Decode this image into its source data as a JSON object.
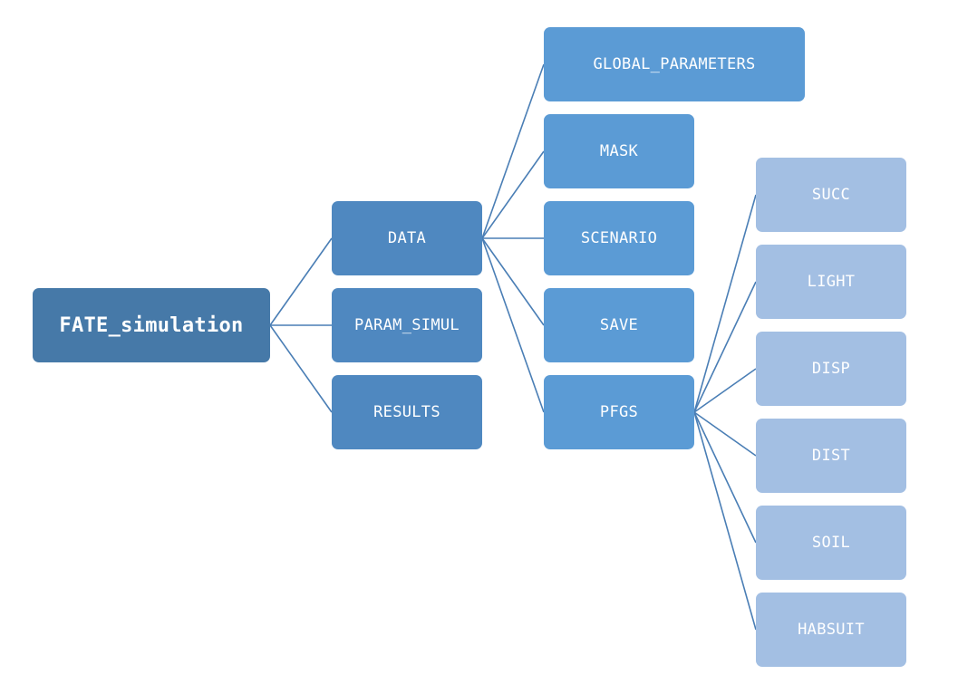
{
  "diagram": {
    "root": {
      "label": "FATE_simulation"
    },
    "level1": [
      {
        "label": "DATA"
      },
      {
        "label": "PARAM_SIMUL"
      },
      {
        "label": "RESULTS"
      }
    ],
    "data_children": [
      {
        "label": "GLOBAL_PARAMETERS"
      },
      {
        "label": "MASK"
      },
      {
        "label": "SCENARIO"
      },
      {
        "label": "SAVE"
      },
      {
        "label": "PFGS"
      }
    ],
    "pfgs_children": [
      {
        "label": "SUCC"
      },
      {
        "label": "LIGHT"
      },
      {
        "label": "DISP"
      },
      {
        "label": "DIST"
      },
      {
        "label": "SOIL"
      },
      {
        "label": "HABSUIT"
      }
    ]
  },
  "colors": {
    "root": "#4679a8",
    "level1": "#4f88c0",
    "level2": "#5b9bd5",
    "level3": "#a3bfe3",
    "connector": "#4a7eb5"
  }
}
